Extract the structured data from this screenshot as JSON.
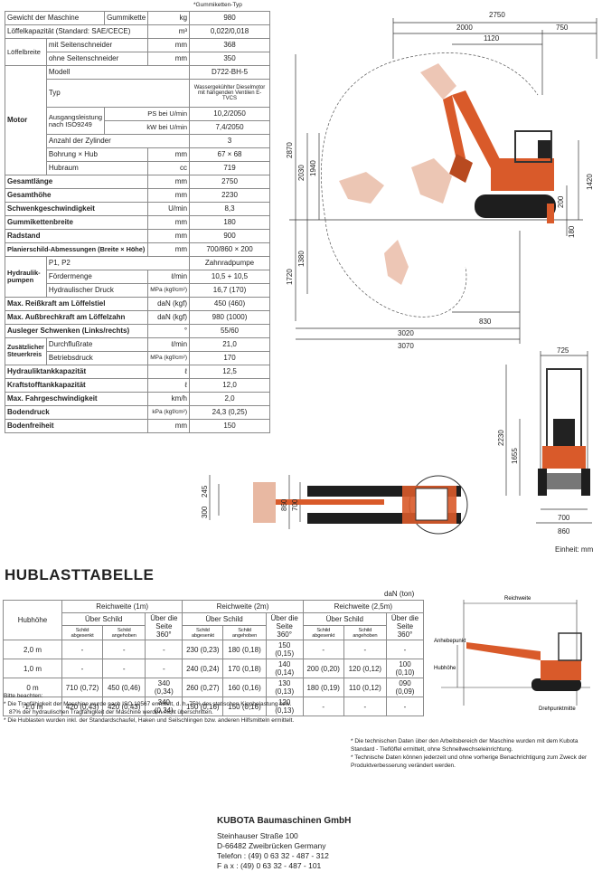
{
  "spec_note": "*Gummiketten-Typ",
  "specs": [
    {
      "label": "Gewicht der Maschine",
      "sub": "Gummikette",
      "unit": "kg",
      "value": "980"
    },
    {
      "label": "Löffelkapazität (Standard: SAE/CECE)",
      "unit": "m³",
      "value": "0,022/0,018"
    },
    {
      "group": "Löffelbreite",
      "label": "mit Seitenschneider",
      "unit": "mm",
      "value": "368"
    },
    {
      "label": "ohne Seitenschneider",
      "unit": "mm",
      "value": "350"
    },
    {
      "group": "Motor",
      "label": "Modell",
      "value": "D722-BH-5"
    },
    {
      "label": "Typ",
      "value": "Wassergekühlter Dieselmotor mit hängenden Ventilen E-TVCS"
    },
    {
      "label": "Ausgangsleistung nach ISO9249",
      "sub": "PS bei U/min",
      "value": "10,2/2050"
    },
    {
      "sub": "kW bei U/min",
      "value": "7,4/2050"
    },
    {
      "label": "Anzahl der Zylinder",
      "value": "3"
    },
    {
      "label": "Bohrung × Hub",
      "unit": "mm",
      "value": "67 × 68"
    },
    {
      "label": "Hubraum",
      "unit": "cc",
      "value": "719"
    },
    {
      "label": "Gesamtlänge",
      "unit": "mm",
      "value": "2750"
    },
    {
      "label": "Gesamthöhe",
      "unit": "mm",
      "value": "2230"
    },
    {
      "label": "Schwenkgeschwindigkeit",
      "unit": "U/min",
      "value": "8,3"
    },
    {
      "label": "Gummikettenbreite",
      "unit": "mm",
      "value": "180"
    },
    {
      "label": "Radstand",
      "unit": "mm",
      "value": "900"
    },
    {
      "label": "Planierschild-Abmessungen (Breite × Höhe)",
      "unit": "mm",
      "value": "700/860 × 200"
    },
    {
      "group": "Hydraulik-pumpen",
      "label": "P1, P2",
      "value": "Zahnradpumpe"
    },
    {
      "label": "Fördermenge",
      "unit": "ℓ/min",
      "value": "10,5 + 10,5"
    },
    {
      "label": "Hydraulischer Druck",
      "unit": "MPa (kgf/cm²)",
      "value": "16,7 (170)"
    },
    {
      "label": "Max. Reißkraft am Löffelstiel",
      "unit": "daN (kgf)",
      "value": "450 (460)"
    },
    {
      "label": "Max. Außbrechkraft am Löffelzahn",
      "unit": "daN (kgf)",
      "value": "980 (1000)"
    },
    {
      "label": "Ausleger Schwenken (Links/rechts)",
      "unit": "°",
      "value": "55/60"
    },
    {
      "group": "Zusätzlicher Steuerkreis",
      "label": "Durchflußrate",
      "unit": "ℓ/min",
      "value": "21,0"
    },
    {
      "label": "Betriebsdruck",
      "unit": "MPa (kgf/cm²)",
      "value": "170"
    },
    {
      "label": "Hydrauliktankkapazität",
      "unit": "ℓ",
      "value": "12,5"
    },
    {
      "label": "Kraftstofftankkapazität",
      "unit": "ℓ",
      "value": "12,0"
    },
    {
      "label": "Max. Fahrgeschwindigkeit",
      "unit": "km/h",
      "value": "2,0"
    },
    {
      "label": "Bodendruck",
      "unit": "kPa (kgf/cm²)",
      "value": "24,3 (0,25)"
    },
    {
      "label": "Bodenfreiheit",
      "unit": "mm",
      "value": "150"
    }
  ],
  "side_dims": {
    "d2750": "2750",
    "d2000": "2000",
    "d750": "750",
    "d1120": "1120",
    "d2870": "2870",
    "d2030": "2030",
    "d1940": "1940",
    "d1420": "1420",
    "d200": "200",
    "d180": "180",
    "d1720": "1720",
    "d1380": "1380",
    "d830": "830",
    "d3020": "3020",
    "d3070": "3070"
  },
  "front_dims": {
    "d725": "725",
    "d2230": "2230",
    "d1655": "1655",
    "d700": "700",
    "d860": "860"
  },
  "top_dims": {
    "d300": "300",
    "d245": "245",
    "d860": "860",
    "d700": "700"
  },
  "unit_note": "Einheit: mm",
  "hub": {
    "title": "HUBLASTTABELLE",
    "unit": "daN (ton)",
    "col_hubhoehe": "Hubhöhe",
    "reach": [
      "Reichweite (1m)",
      "Reichweite (2m)",
      "Reichweite (2,5m)"
    ],
    "ueber_schild": "Über Schild",
    "ueber_seite": "Über die Seite 360°",
    "abgesenkt": "Schild abgesenkt",
    "angehoben": "Schild angehoben",
    "rows": [
      [
        "2,0 m",
        "-",
        "-",
        "-",
        "230 (0,23)",
        "180 (0,18)",
        "150 (0,15)",
        "-",
        "-",
        "-"
      ],
      [
        "1,0 m",
        "-",
        "-",
        "-",
        "240 (0,24)",
        "170 (0,18)",
        "140 (0,14)",
        "200 (0,20)",
        "120 (0,12)",
        "100 (0,10)"
      ],
      [
        "0 m",
        "710 (0,72)",
        "450 (0,46)",
        "340 (0,34)",
        "260 (0,27)",
        "160 (0,16)",
        "130 (0,13)",
        "180 (0,19)",
        "110 (0,12)",
        "090 (0,09)"
      ],
      [
        "-1,0 m",
        "420 (0,43)",
        "420 (0,43)",
        "340 (0,34)",
        "150 (0,16)",
        "150 (0,16)",
        "120 (0,13)",
        "-",
        "-",
        "-"
      ]
    ],
    "diagram_labels": {
      "reichweite": "Reichweite",
      "anhebepunkt": "Anhebepunkt",
      "hubhoehe": "Hubhöhe",
      "drehpunktmitte": "Drehpunktmitte"
    }
  },
  "notes": {
    "head": "Bitte beachten:",
    "n1": "* Die Tragfähigkeit der Maschine wurde nach ISO 10567 ermittelt, d. h. 75% der statischen Kippbelastung bzw.",
    "n1b": "87% der hydraulischen Tragfähigkeit der Maschine werden nicht überschritten.",
    "n2": "* Die Hublasten wurden inkl. der Standardschaufel, Haken und Seilschlingen bzw. anderen Hilfsmitteln ermittelt.",
    "r1": "* Die technischen Daten über den Arbeitsbereich der Maschine wurden mit dem Kubota Standard - Tieflöffel ermittelt, ohne Schnellwechseleinrichtung.",
    "r2": "* Technische Daten können jederzeit und ohne vorherige Benachrichtigung zum Zweck der Produktverbesserung verändert werden."
  },
  "footer": {
    "company": "KUBOTA Baumaschinen GmbH",
    "street": "Steinhauser Straße 100",
    "city": "D-66482 Zweibrücken Germany",
    "phone": "Telefon : (49) 0 63 32 - 487 - 312",
    "fax": "F a x  : (49) 0 63 32 - 487 - 101"
  },
  "colors": {
    "machine": "#d95a2a",
    "dark": "#1e1e1e"
  }
}
